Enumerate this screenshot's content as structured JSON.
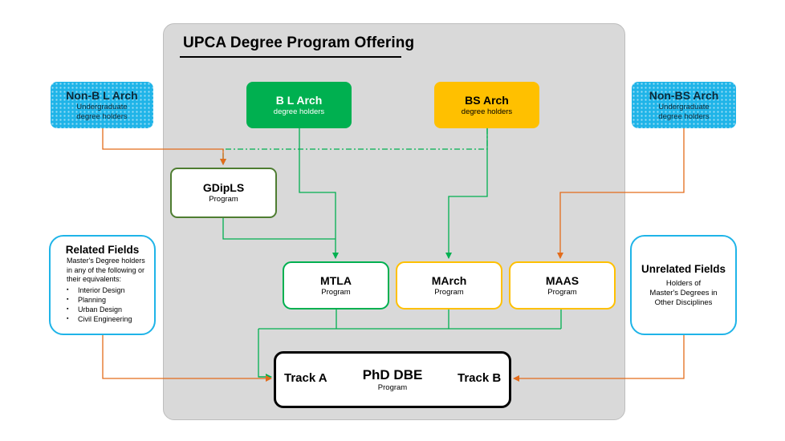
{
  "title": "UPCA Degree Program Offering",
  "nodes": {
    "non_bl_arch": {
      "title": "Non-B L Arch",
      "sub1": "Undergraduate",
      "sub2": "degree holders"
    },
    "bl_arch": {
      "title": "B L Arch",
      "sub1": "degree holders"
    },
    "bs_arch": {
      "title": "BS Arch",
      "sub1": "degree holders"
    },
    "non_bs_arch": {
      "title": "Non-BS Arch",
      "sub1": "Undergraduate",
      "sub2": "degree holders"
    },
    "gdipls": {
      "title": "GDipLS",
      "sub1": "Program"
    },
    "mtla": {
      "title": "MTLA",
      "sub1": "Program"
    },
    "march": {
      "title": "MArch",
      "sub1": "Program"
    },
    "maas": {
      "title": "MAAS",
      "sub1": "Program"
    },
    "related_fields": {
      "title": "Related Fields",
      "desc1": "Master's Degree holders",
      "desc2": "in any of the following or",
      "desc3": "their equivalents:",
      "items": [
        "Interior Design",
        "Planning",
        "Urban Design",
        "Civil Engineering"
      ]
    },
    "unrelated_fields": {
      "title": "Unrelated Fields",
      "sub1": "Holders of",
      "sub2": "Master's Degrees in",
      "sub3": "Other Disciplines"
    },
    "phd": {
      "title": "PhD DBE",
      "sub1": "Program",
      "track_a": "Track A",
      "track_b": "Track B"
    }
  },
  "colors": {
    "panel": "#d9d9d9",
    "blue": "#1fb4e8",
    "green": "#00b050",
    "dark_green": "#4e7d31",
    "yellow": "#ffc000",
    "orange": "#e36c1b"
  }
}
